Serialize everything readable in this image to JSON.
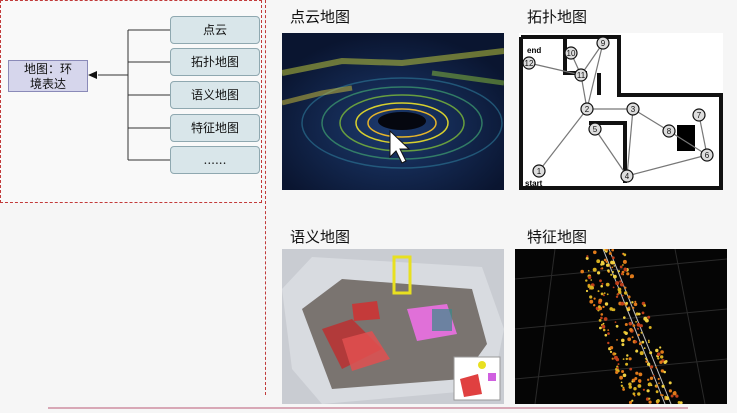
{
  "mindmap": {
    "root_line1": "地图：环",
    "root_line2": "境表达",
    "nodes": [
      "点云",
      "拓扑地图",
      "语义地图",
      "特征地图",
      "......"
    ]
  },
  "panels": {
    "pointcloud_title": "点云地图",
    "topology_title": "拓扑地图",
    "semantic_title": "语义地图",
    "feature_title": "特征地图"
  },
  "topology": {
    "start_label": "start",
    "end_label": "end",
    "node_numbers": [
      "1",
      "2",
      "3",
      "4",
      "5",
      "6",
      "7",
      "8",
      "9",
      "10",
      "11",
      "12"
    ]
  },
  "colors": {
    "panel_border": "#c23a3a",
    "node_fill": "#d9e6ea",
    "root_fill": "#d6d6ec",
    "pointcloud_bg": "#0b1a3c",
    "feature_bg": "#050505"
  }
}
